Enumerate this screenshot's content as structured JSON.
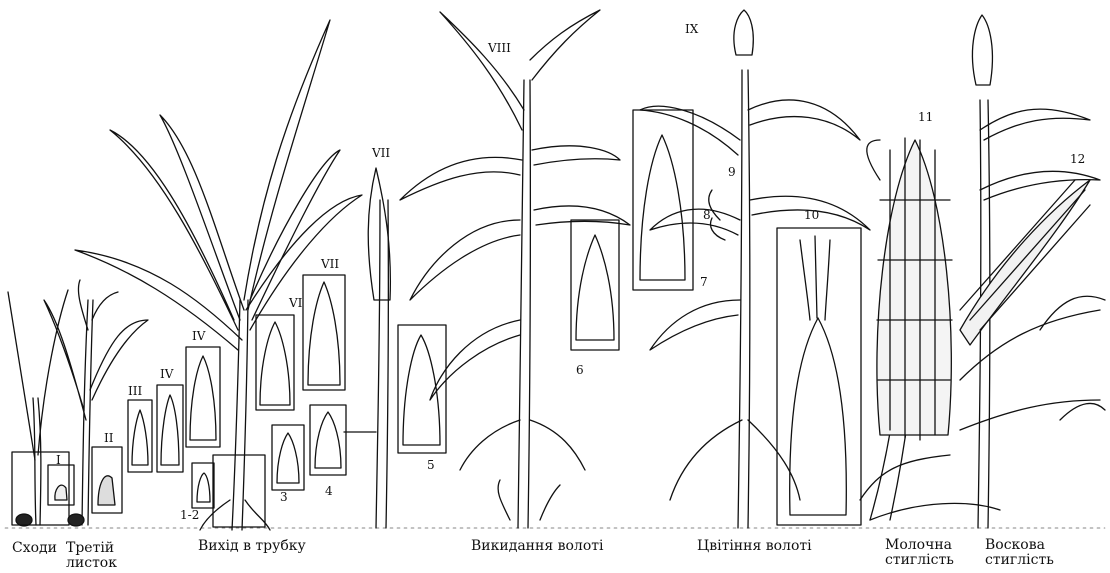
{
  "stages": [
    {
      "id": "shoots",
      "label": "Сходи"
    },
    {
      "id": "third-leaf",
      "label": "Третій листок"
    },
    {
      "id": "stem-elongation",
      "label": "Вихід в трубку"
    },
    {
      "id": "tasseling",
      "label": "Викидання волоті"
    },
    {
      "id": "tassel-flowering",
      "label": "Цвітіння волоті"
    },
    {
      "id": "milk-ripeness",
      "label": "Молочна стиглість"
    },
    {
      "id": "wax-ripeness",
      "label": "Воскова стиглість"
    }
  ],
  "organogenesis_stages": [
    "I",
    "II",
    "III",
    "IV",
    "IV",
    "VI",
    "VII",
    "VII",
    "VIII",
    "IX"
  ],
  "ear_numbers": [
    "1-2",
    "3",
    "4",
    "5",
    "6",
    "7",
    "8",
    "9",
    "10",
    "11",
    "12"
  ],
  "colors": {
    "ink": "#111111",
    "background": "#ffffff"
  }
}
